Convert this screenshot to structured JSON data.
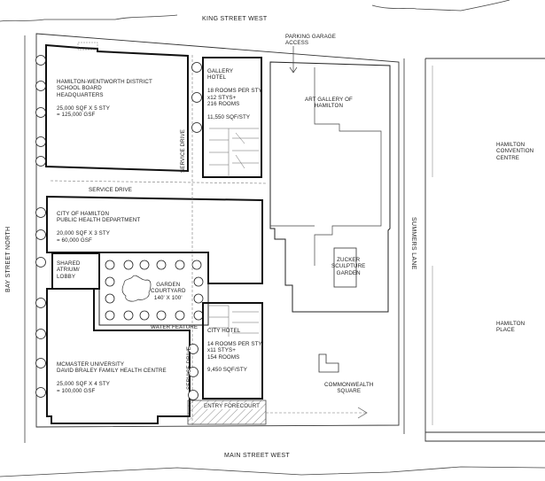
{
  "streets": {
    "north": "KING STREET WEST",
    "south": "MAIN STREET WEST",
    "west": "BAY STREET NORTH",
    "east": "SUMMERS LANE"
  },
  "access": {
    "parking": [
      "PARKING GARAGE",
      "ACCESS"
    ]
  },
  "service": {
    "drive_horizontal": "SERVICE DRIVE",
    "drive_vertical_top": "SERVICE DRIVE",
    "drive_vertical_bottom": "SERVICE DRIVE"
  },
  "buildings": {
    "school_board": [
      "HAMILTON-WENTWORTH DISTRICT",
      "SCHOOL BOARD",
      "HEADQUARTERS",
      "",
      "25,000 SQF X 5 STY",
      "= 125,000 GSF"
    ],
    "gallery_hotel": [
      "GALLERY",
      "HOTEL",
      "",
      "18 ROOMS PER STY",
      "x12 STYS+",
      "216 ROOMS",
      "",
      "11,550 SQF/STY"
    ],
    "art_gallery": [
      "ART GALLERY OF",
      "HAMILTON"
    ],
    "convention": [
      "HAMILTON",
      "CONVENTION",
      "CENTRE"
    ],
    "public_health": [
      "CITY OF HAMILTON",
      "PUBLIC HEALTH DEPARTMENT",
      "",
      "20,000 SQF X 3 STY",
      "= 60,000 GSF"
    ],
    "atrium": [
      "SHARED",
      "ATRIUM/",
      "LOBBY"
    ],
    "courtyard": [
      "GARDEN",
      "COURTYARD",
      "140' X 100'"
    ],
    "water_feature": "WATER FEATURE",
    "zucker": [
      "ZUCKER",
      "SCULPTURE",
      "GARDEN"
    ],
    "city_hotel": [
      "CITY HOTEL",
      "",
      "14 ROOMS PER STY",
      "x11 STYS+",
      "154 ROOMS",
      "",
      "9,450 SQF/STY"
    ],
    "hamilton_place": [
      "HAMILTON",
      "PLACE"
    ],
    "mcmaster": [
      "MCMASTER UNIVERSITY",
      "DAVID BRALEY FAMILY HEALTH CENTRE",
      "",
      "25,000 SQF X 4 STY",
      "= 100,000 GSF"
    ],
    "commonwealth": [
      "COMMONWEALTH",
      "SQUARE"
    ],
    "forecourt": "ENTRY FORECOURT"
  },
  "colors": {
    "line": "#1a1a1a",
    "thin": "#555555",
    "paper": "#ffffff"
  }
}
